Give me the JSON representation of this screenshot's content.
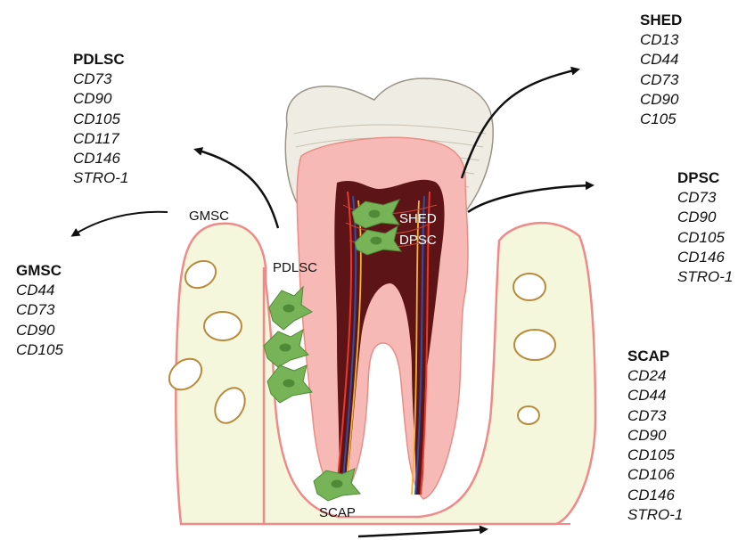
{
  "panels": {
    "pdlsc": {
      "title": "PDLSC",
      "markers": [
        "CD73",
        "CD90",
        "CD105",
        "CD117",
        "CD146",
        "STRO-1"
      ]
    },
    "gmsc": {
      "title": "GMSC",
      "markers": [
        "CD44",
        "CD73",
        "CD90",
        "CD105"
      ]
    },
    "shed": {
      "title": "SHED",
      "markers": [
        "CD13",
        "CD44",
        "CD73",
        "CD90",
        "C105"
      ]
    },
    "dpsc": {
      "title": "DPSC",
      "markers": [
        "CD73",
        "CD90",
        "CD105",
        "CD146",
        "STRO-1"
      ]
    },
    "scap": {
      "title": "SCAP",
      "markers": [
        "CD24",
        "CD44",
        "CD73",
        "CD90",
        "CD105",
        "CD106",
        "CD146",
        "STRO-1"
      ]
    }
  },
  "diagram_labels": {
    "gmsc": "GMSC",
    "pdlsc": "PDLSC",
    "shed": "SHED",
    "dpsc": "DPSC",
    "scap": "SCAP"
  },
  "colors": {
    "gingiva_fill": "#f5f7dc",
    "gingiva_stroke": "#f08a8a",
    "dentin": "#f6b9b5",
    "pulp": "#5c1416",
    "enamel": "#efece3",
    "cell": "#77b357",
    "vessel_red": "#e8392b",
    "vessel_blue": "#2f4ea8",
    "vessel_yellow": "#f2b233",
    "arrow": "#111111"
  }
}
